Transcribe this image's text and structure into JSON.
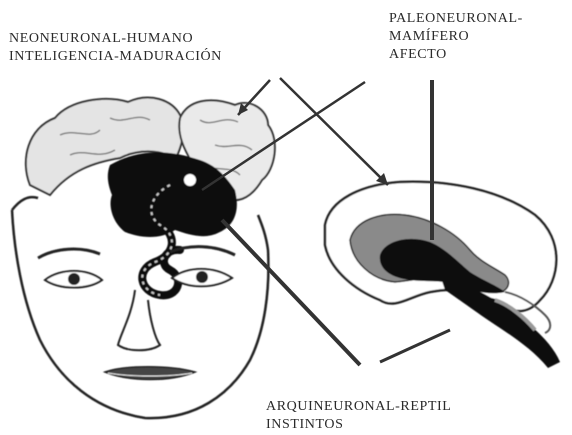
{
  "labels": {
    "neo": {
      "line1": "NEONEURONAL-HUMANO",
      "line2": "INTELIGENCIA-MADURACIÓN"
    },
    "paleo": {
      "line1": "PALEONEURONAL-",
      "line2": "MAMÍFERO",
      "line3": "AFECTO"
    },
    "arqui": {
      "line1": "ARQUINEURONAL-REPTIL",
      "line2": "INSTINTOS"
    }
  },
  "colors": {
    "ink": "#1a1a1a",
    "fill_dark": "#111111",
    "fill_gray": "#8a8a8a",
    "fill_light": "#dcdcdc",
    "background": "#ffffff"
  }
}
